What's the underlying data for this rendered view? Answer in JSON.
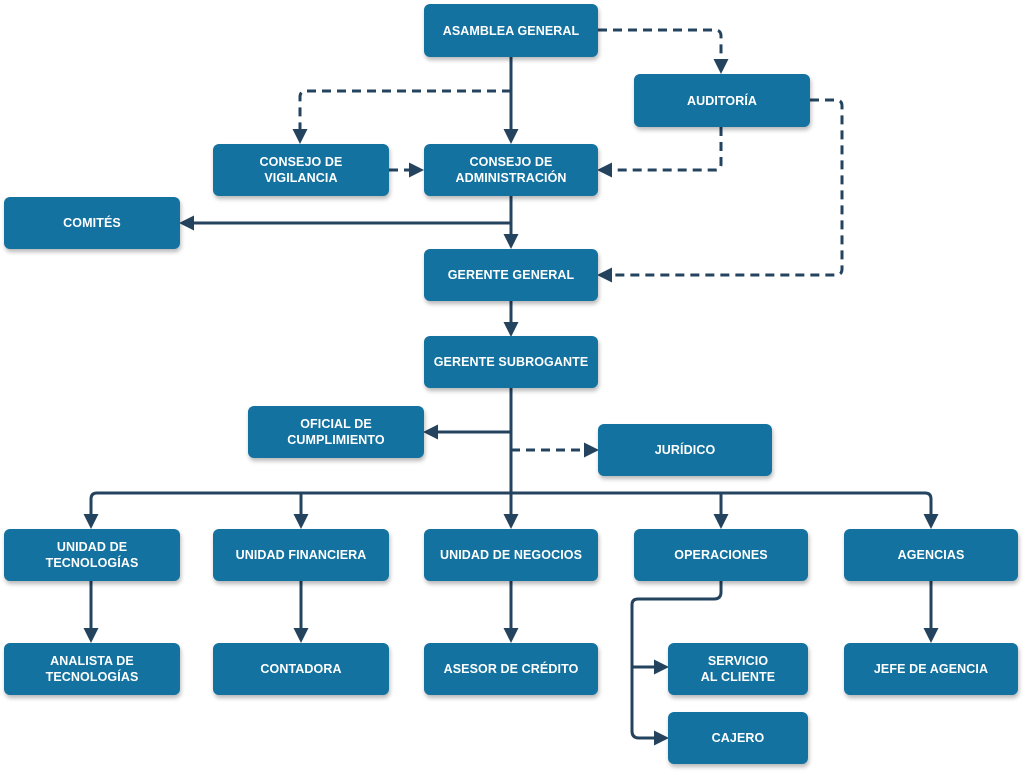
{
  "org_chart": {
    "nodes": {
      "asamblea_general": "ASAMBLEA GENERAL",
      "auditoria": "AUDITORÍA",
      "consejo_vigilancia": "CONSEJO DE\nVIGILANCIA",
      "consejo_administracion": "CONSEJO DE\nADMINISTRACIÓN",
      "comites": "COMITÉS",
      "gerente_general": "GERENTE GENERAL",
      "gerente_subrogante": "GERENTE SUBROGANTE",
      "oficial_cumplimiento": "OFICIAL DE\nCUMPLIMIENTO",
      "juridico": "JURÍDICO",
      "unidad_tecnologias": "UNIDAD DE TECNOLOGÍAS",
      "unidad_financiera": "UNIDAD FINANCIERA",
      "unidad_negocios": "UNIDAD DE NEGOCIOS",
      "operaciones": "OPERACIONES",
      "agencias": "AGENCIAS",
      "analista_tecnologias": "ANALISTA DE\nTECNOLOGÍAS",
      "contadora": "CONTADORA",
      "asesor_credito": "ASESOR DE CRÉDITO",
      "servicio_cliente": "SERVICIO\nAL CLIENTE",
      "cajero": "CAJERO",
      "jefe_agencia": "JEFE DE AGENCIA"
    },
    "colors": {
      "box": "#13729f",
      "line": "#24435f",
      "text": "#ffffff"
    }
  }
}
